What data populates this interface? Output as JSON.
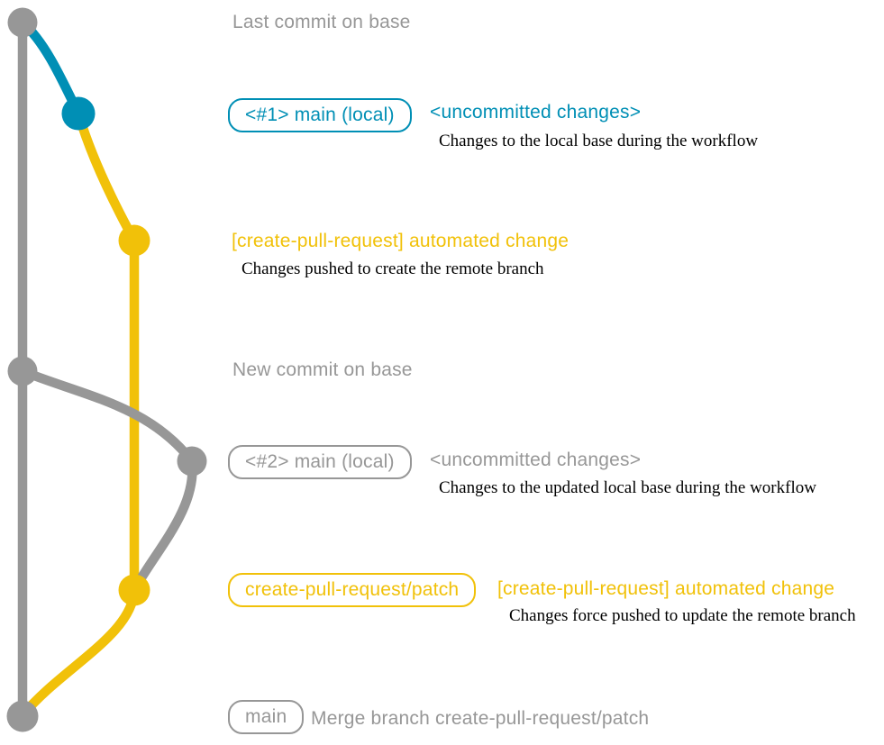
{
  "theme": {
    "background": "#ffffff",
    "gray": "#979797",
    "blue": "#008fb5",
    "yellow": "#f1c109",
    "description_color": "#000000"
  },
  "rows": {
    "last_commit": {
      "label": "Last commit on base"
    },
    "uncommitted_1": {
      "branch_tag": "<#1> main (local)",
      "title": "<uncommitted changes>",
      "description": "Changes to the local base during the workflow"
    },
    "automated_change_1": {
      "title": "[create-pull-request] automated change",
      "description": "Changes pushed to create the remote branch"
    },
    "new_commit": {
      "label": "New commit on base"
    },
    "uncommitted_2": {
      "branch_tag": "<#2> main (local)",
      "title": "<uncommitted changes>",
      "description": "Changes to the updated local base during the workflow"
    },
    "automated_change_2": {
      "branch_tag": "create-pull-request/patch",
      "title": "[create-pull-request] automated change",
      "description": "Changes force pushed to update the remote branch"
    },
    "merge": {
      "branch_tag": "main",
      "label": "Merge branch create-pull-request/patch"
    }
  }
}
